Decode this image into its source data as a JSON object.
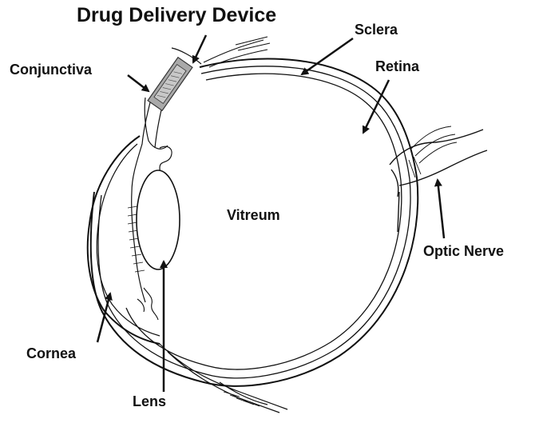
{
  "diagram": {
    "title": "Drug Delivery Device",
    "labels": {
      "conjunctiva": "Conjunctiva",
      "sclera": "Sclera",
      "retina": "Retina",
      "vitreum": "Vitreum",
      "optic_nerve": "Optic Nerve",
      "cornea": "Cornea",
      "lens": "Lens"
    },
    "colors": {
      "ink": "#111111",
      "device_fill": "#a9a9a9",
      "background": "#ffffff"
    }
  }
}
